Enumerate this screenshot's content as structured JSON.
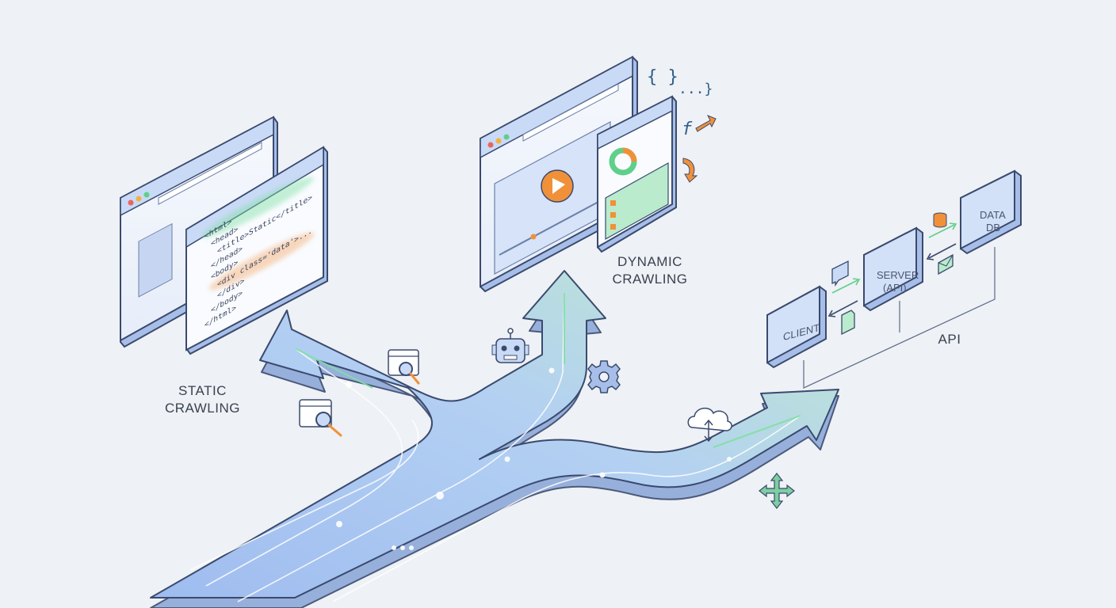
{
  "labels": {
    "static": [
      "STATIC",
      "CRAWLING"
    ],
    "dynamic": [
      "DYNAMIC",
      "CRAWLING"
    ],
    "api": "API"
  },
  "code_lines": [
    "<html>",
    "<head>",
    "<title>Static</title>",
    "</head>",
    "<body>",
    "<div class='data'>...",
    "</div>",
    "</body>",
    "</html>"
  ],
  "api_nodes": {
    "client": "CLIENT",
    "server": [
      "SERVER",
      "(API)"
    ],
    "db": [
      "DATA",
      "DB"
    ]
  },
  "code_symbols": {
    "braces": "{ }",
    "dots": "...}",
    "function": "f"
  },
  "colors": {
    "background": "#eef1f5",
    "path_blue": "#a9c4ef",
    "path_green": "#b8e6c8",
    "accent_green": "#5fcf8a",
    "accent_orange": "#f0913a",
    "outline": "#3a4a6e",
    "panel_blue": "#c9daf6"
  },
  "icons": [
    "search-window-icon",
    "robot-icon",
    "gear-icon",
    "cloud-sync-icon",
    "move-arrows-icon",
    "database-icon",
    "chat-icon",
    "document-icon",
    "envelope-icon"
  ]
}
